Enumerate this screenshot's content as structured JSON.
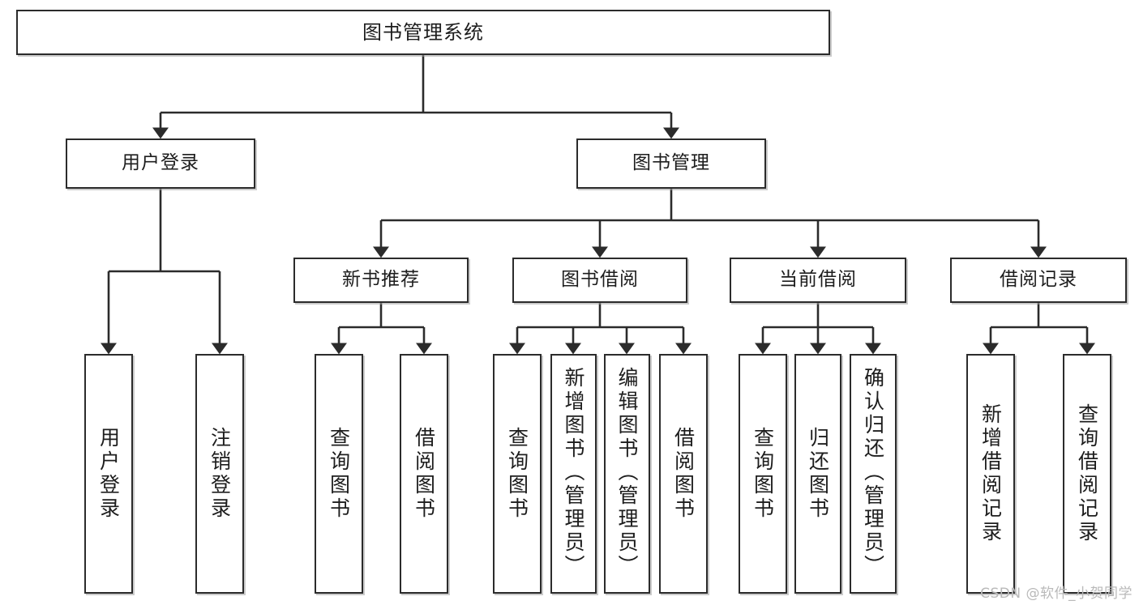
{
  "diagram": {
    "title": "图书管理系统",
    "type": "tree-hierarchy-chart",
    "root": {
      "id": "root",
      "label": "图书管理系统"
    },
    "level1": [
      {
        "id": "user-login",
        "label": "用户登录"
      },
      {
        "id": "book-manage",
        "label": "图书管理"
      }
    ],
    "level2": [
      {
        "id": "new-book-rec",
        "label": "新书推荐",
        "parent": "book-manage"
      },
      {
        "id": "book-borrow",
        "label": "图书借阅",
        "parent": "book-manage"
      },
      {
        "id": "current-borrow",
        "label": "当前借阅",
        "parent": "book-manage"
      },
      {
        "id": "borrow-record",
        "label": "借阅记录",
        "parent": "book-manage"
      }
    ],
    "leaves": [
      {
        "id": "leaf-user-login",
        "label": "用户登录",
        "parent": "user-login"
      },
      {
        "id": "leaf-logout-login",
        "label": "注销登录",
        "parent": "user-login"
      },
      {
        "id": "leaf-query-book-1",
        "label": "查询图书",
        "parent": "new-book-rec"
      },
      {
        "id": "leaf-borrow-book-1",
        "label": "借阅图书",
        "parent": "new-book-rec"
      },
      {
        "id": "leaf-query-book-2",
        "label": "查询图书",
        "parent": "book-borrow"
      },
      {
        "id": "leaf-add-book",
        "label": "新增图书（管理员）",
        "parent": "book-borrow"
      },
      {
        "id": "leaf-edit-book",
        "label": "编辑图书（管理员）",
        "parent": "book-borrow"
      },
      {
        "id": "leaf-borrow-book-2",
        "label": "借阅图书",
        "parent": "book-borrow"
      },
      {
        "id": "leaf-query-book-3",
        "label": "查询图书",
        "parent": "current-borrow"
      },
      {
        "id": "leaf-return-book",
        "label": "归还图书",
        "parent": "current-borrow"
      },
      {
        "id": "leaf-confirm-return",
        "label": "确认归还（管理员）",
        "parent": "current-borrow"
      },
      {
        "id": "leaf-add-record",
        "label": "新增借阅记录",
        "parent": "borrow-record"
      },
      {
        "id": "leaf-query-record",
        "label": "查询借阅记录",
        "parent": "borrow-record"
      }
    ]
  },
  "watermark": {
    "text": "CSDN @软件_小贺同学"
  },
  "colors": {
    "stroke": "#2b2b2b",
    "box_fill": "#ffffff",
    "text": "#1d1d1d",
    "watermark": "#b9b9b9",
    "background": "#ffffff"
  }
}
